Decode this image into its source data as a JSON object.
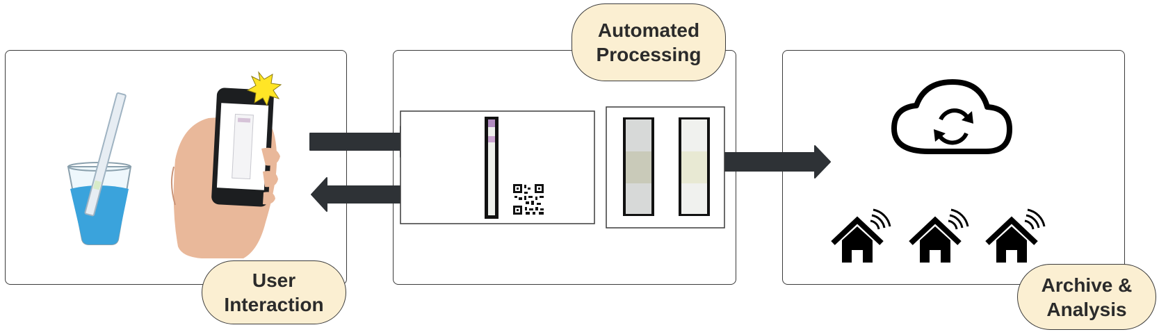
{
  "labels": {
    "user_line1": "User",
    "user_line2": "Interaction",
    "proc_line1": "Automated",
    "proc_line2": "Processing",
    "arch_line1": "Archive &",
    "arch_line2": "Analysis"
  },
  "icons": [
    "water-cup-icon",
    "test-strip-icon",
    "smartphone-camera-icon",
    "flash-icon",
    "qr-code-icon",
    "cloud-sync-icon",
    "smart-home-icon"
  ],
  "colors": {
    "pill_fill": "#fbefd2",
    "border": "#3a3a3a",
    "arrow": "#2e3236",
    "water": "#3aa3dc"
  }
}
